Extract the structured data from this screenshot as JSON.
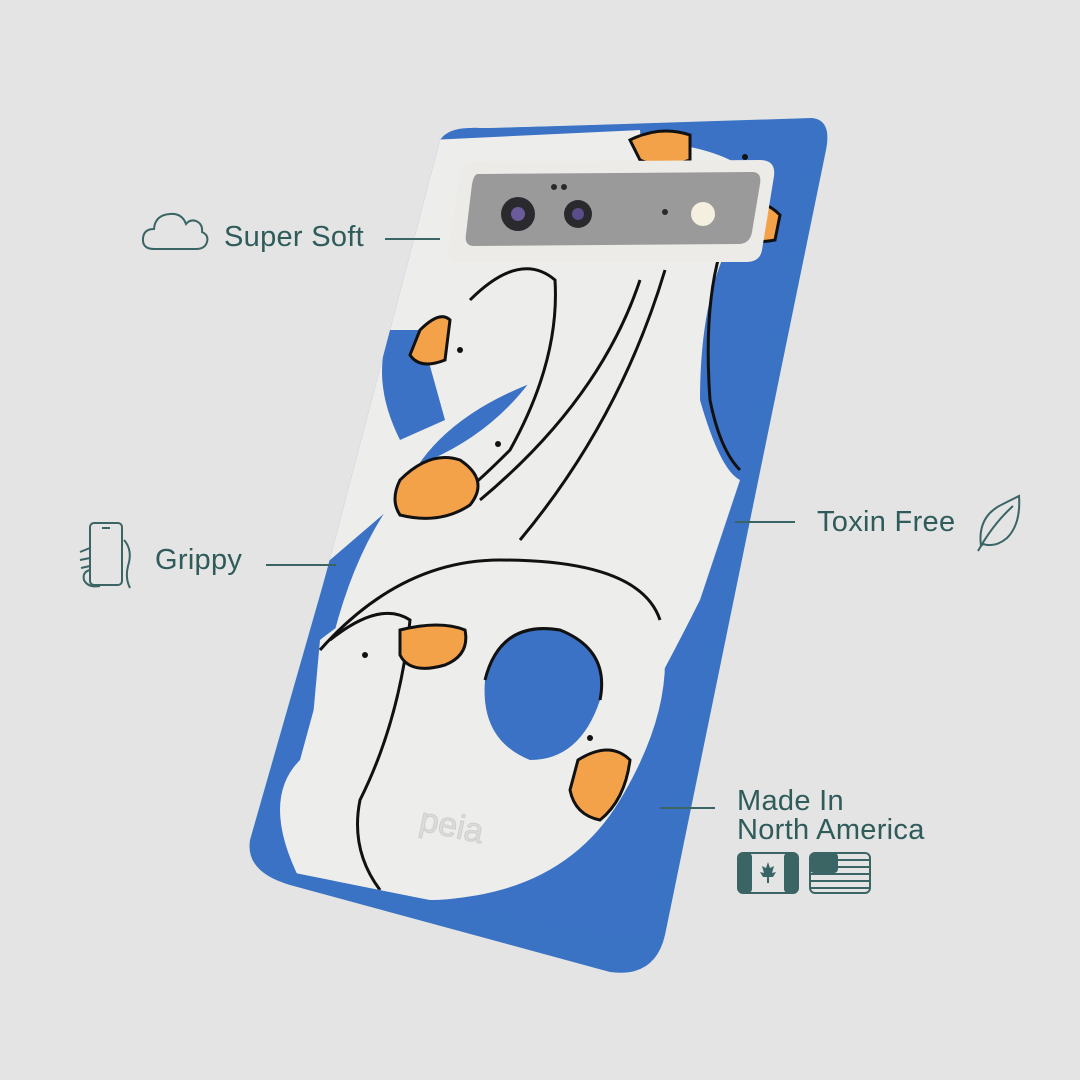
{
  "features": {
    "super_soft": {
      "label": "Super Soft",
      "icon": "cloud-icon"
    },
    "grippy": {
      "label": "Grippy",
      "icon": "hand-phone-icon"
    },
    "toxin_free": {
      "label": "Toxin Free",
      "icon": "leaf-icon"
    },
    "made_in": {
      "label_line1": "Made In",
      "label_line2": "North America",
      "icons": [
        "canada-flag-icon",
        "usa-flag-icon"
      ]
    }
  },
  "product": {
    "brand_emboss": "peia",
    "case_color": "#3a72c4",
    "print_color": "#ededeb",
    "beak_color": "#f3a24a"
  },
  "colors": {
    "text": "#2f5b5b",
    "background": "#e3e4e3"
  }
}
